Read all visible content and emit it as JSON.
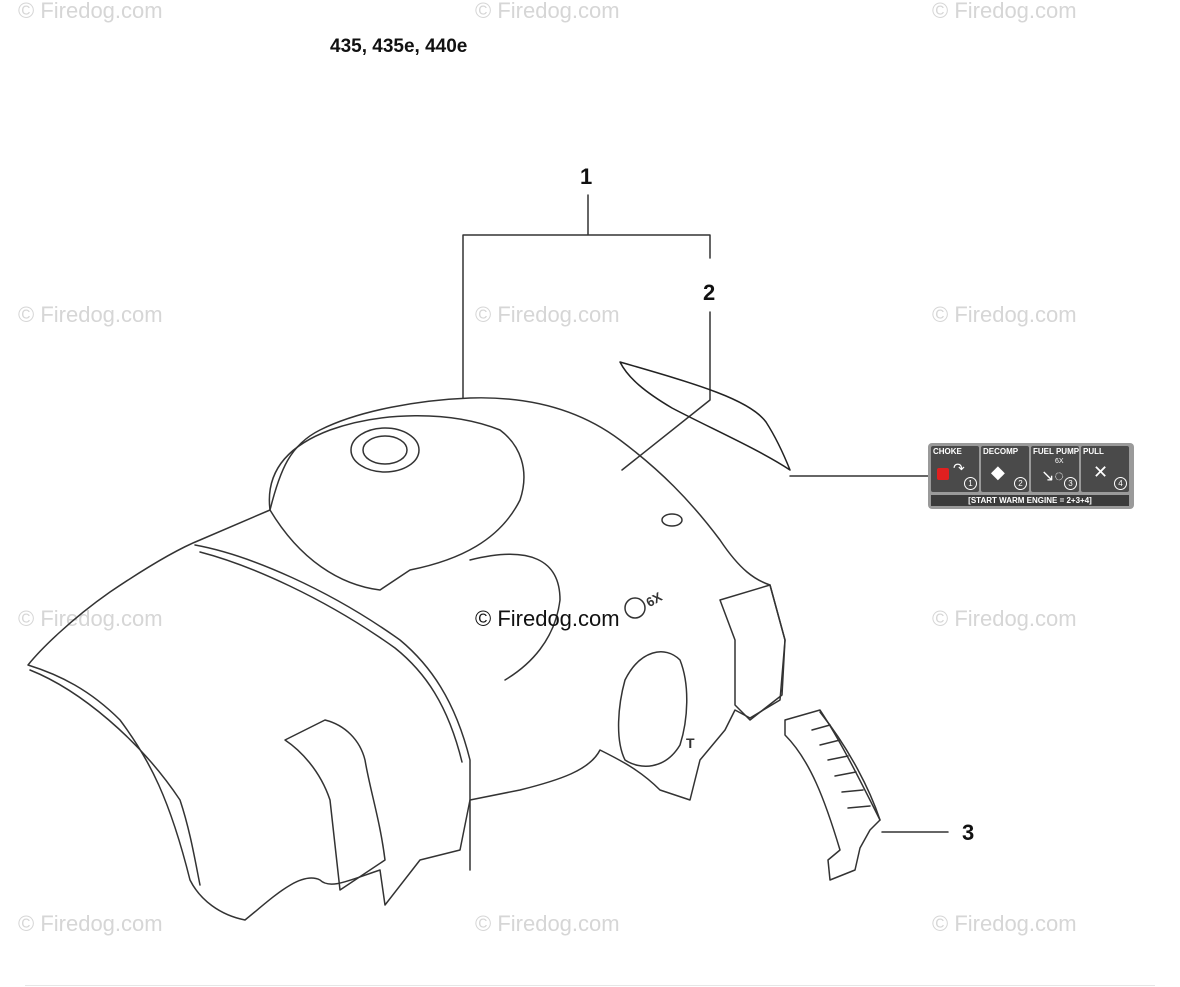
{
  "model_title": "435, 435e, 440e",
  "watermark": "© Firedog.com",
  "callouts": [
    "1",
    "2",
    "3"
  ],
  "cover_badge": "6X",
  "cover_letter": "T",
  "decal": {
    "cells": [
      {
        "title": "CHOKE",
        "num": "1"
      },
      {
        "title": "DECOMP",
        "num": "2"
      },
      {
        "title": "FUEL PUMP",
        "num": "3",
        "sub": "6X"
      },
      {
        "title": "PULL",
        "num": "4"
      }
    ],
    "footer": "[START WARM ENGINE = 2+3+4]"
  },
  "colors": {
    "line": "#333333",
    "watermark": "#d6d6d6",
    "decal_bg": "#4a4a4a",
    "choke_accent": "#e02020"
  }
}
